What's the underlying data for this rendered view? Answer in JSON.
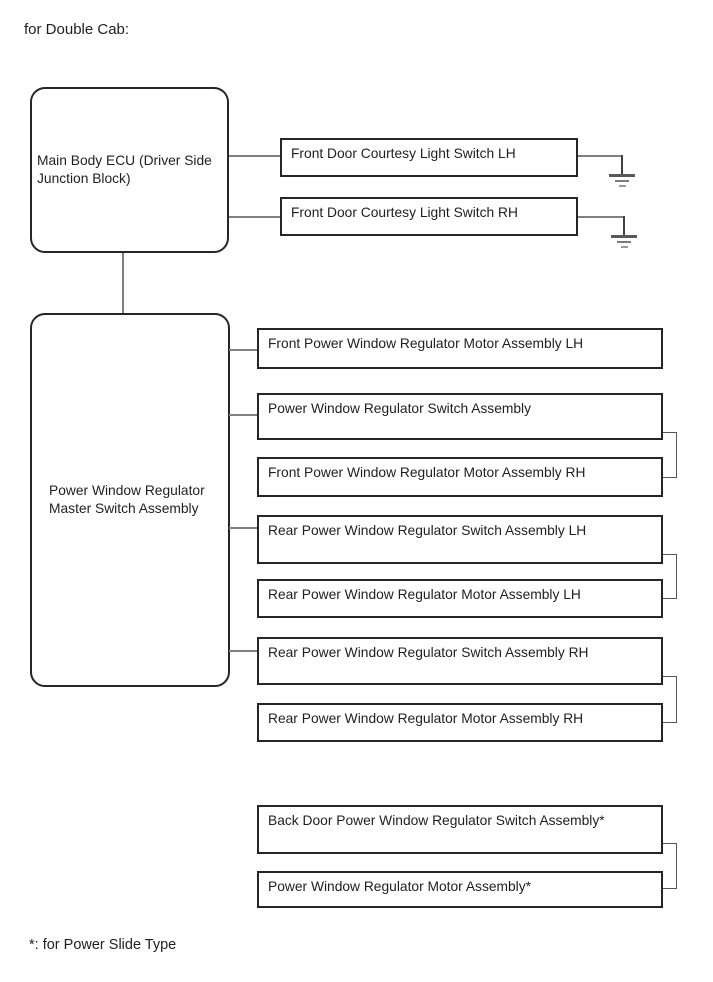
{
  "page": {
    "title": "for Double Cab:",
    "footnote": "*: for Power Slide Type"
  },
  "colors": {
    "background": "#ffffff",
    "box_border": "#262626",
    "text": "#1f1f1f",
    "connector_line": "#808080",
    "chain_line": "#555555"
  },
  "nodes": {
    "main_ecu": {
      "label": "Main Body ECU (Driver Side Junction Block)"
    },
    "master_switch": {
      "label": "Power Window Regulator Master Switch Assembly"
    },
    "courtesy": [
      {
        "label": "Front Door Courtesy Light Switch LH",
        "termination": "ground"
      },
      {
        "label": "Front Door Courtesy Light Switch RH",
        "termination": "ground"
      }
    ],
    "branches": [
      {
        "label": "Front Power Window Regulator Motor Assembly LH"
      },
      {
        "label": "Power Window Regulator Switch Assembly"
      },
      {
        "label": "Front Power Window Regulator Motor Assembly RH"
      },
      {
        "label": "Rear Power Window Regulator Switch Assembly LH"
      },
      {
        "label": "Rear Power Window Regulator Motor Assembly LH"
      },
      {
        "label": "Rear Power Window Regulator Switch Assembly RH"
      },
      {
        "label": "Rear Power Window Regulator Motor Assembly RH"
      },
      {
        "label": "Back Door Power Window Regulator Switch Assembly*"
      },
      {
        "label": "Power Window Regulator Motor Assembly*"
      }
    ]
  },
  "icons": {
    "ground": "ground-icon"
  }
}
